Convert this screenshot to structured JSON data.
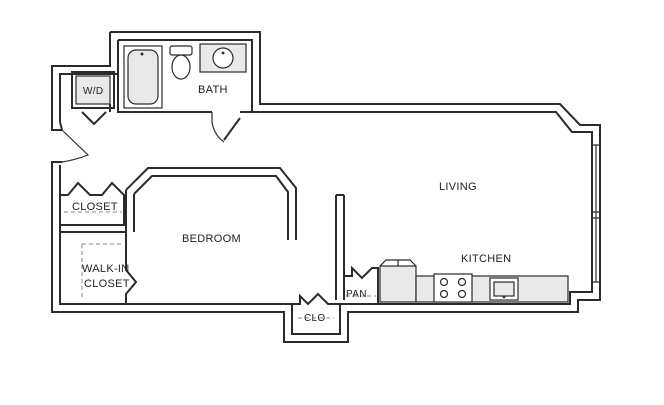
{
  "rooms": {
    "wd": "W/D",
    "bath": "BATH",
    "closet": "CLOSET",
    "living": "LIVING",
    "bedroom": "BEDROOM",
    "walkin_line1": "WALK-IN",
    "walkin_line2": "CLOSET",
    "kitchen": "KITCHEN",
    "pantry": "PAN",
    "clo": "CLO"
  }
}
